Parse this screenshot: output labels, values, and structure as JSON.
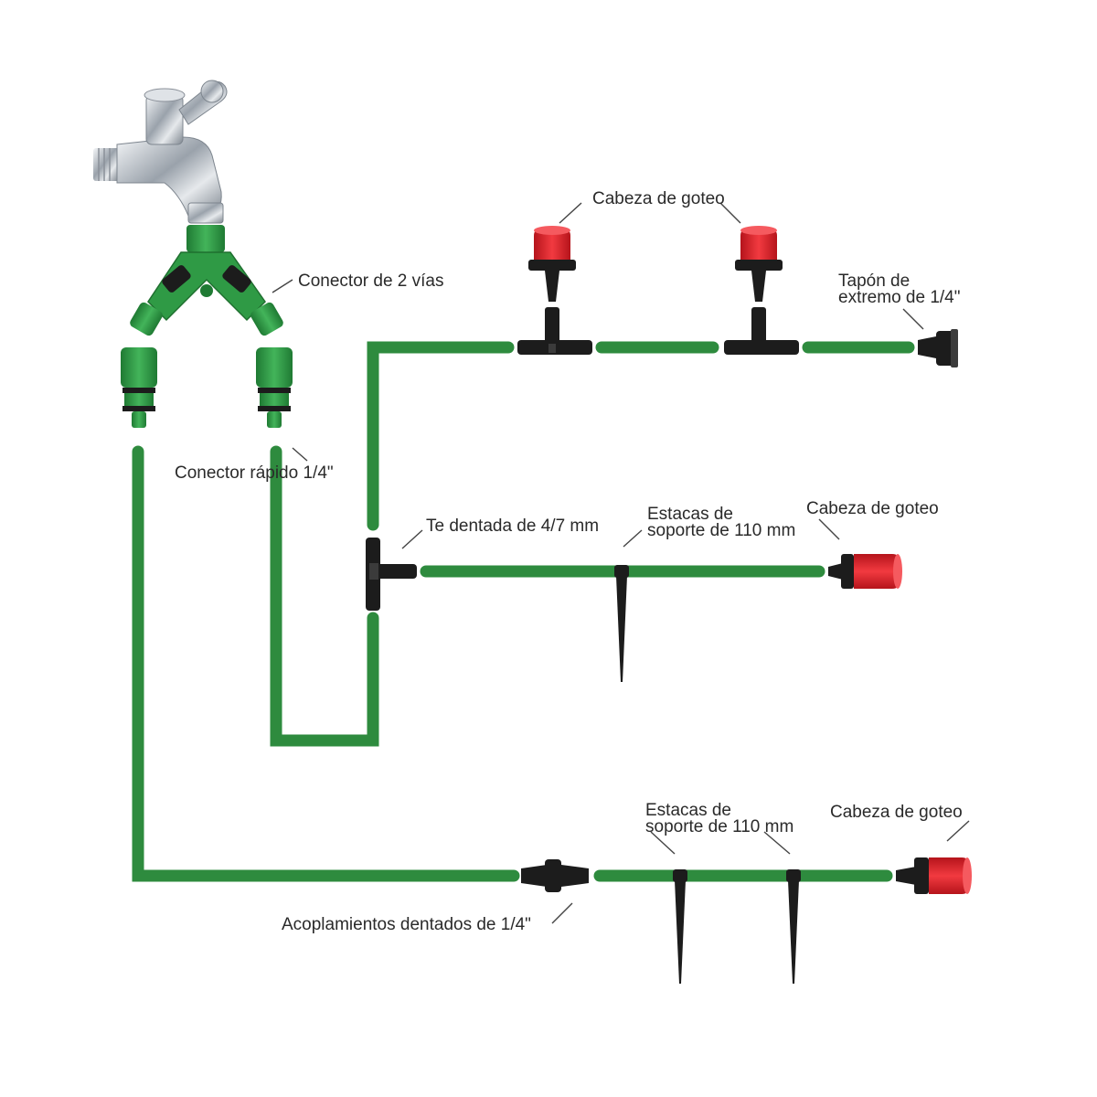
{
  "labels": {
    "two_way_connector": "Conector de 2 vías",
    "quick_connector": "Conector rápido 1/4\"",
    "drip_head_top": "Cabeza de goteo",
    "end_plug_line1": "Tapón de",
    "end_plug_line2": "extremo de 1/4\"",
    "barbed_tee": "Te dentada de 4/7 mm",
    "stakes_mid_line1": "Estacas de",
    "stakes_mid_line2": "soporte de 110 mm",
    "drip_head_mid": "Cabeza de goteo",
    "stakes_bottom_line1": "Estacas de",
    "stakes_bottom_line2": "soporte de 110 mm",
    "drip_head_bottom": "Cabeza de goteo",
    "barbed_couplings": "Acoplamientos dentados de 1/4\""
  },
  "colors": {
    "tube_green": "#2e8b3e",
    "connector_green": "#2f9a45",
    "drip_head_red": "#e8232b",
    "fitting_black": "#1c1c1c",
    "faucet_chrome": "#c9ced4"
  }
}
